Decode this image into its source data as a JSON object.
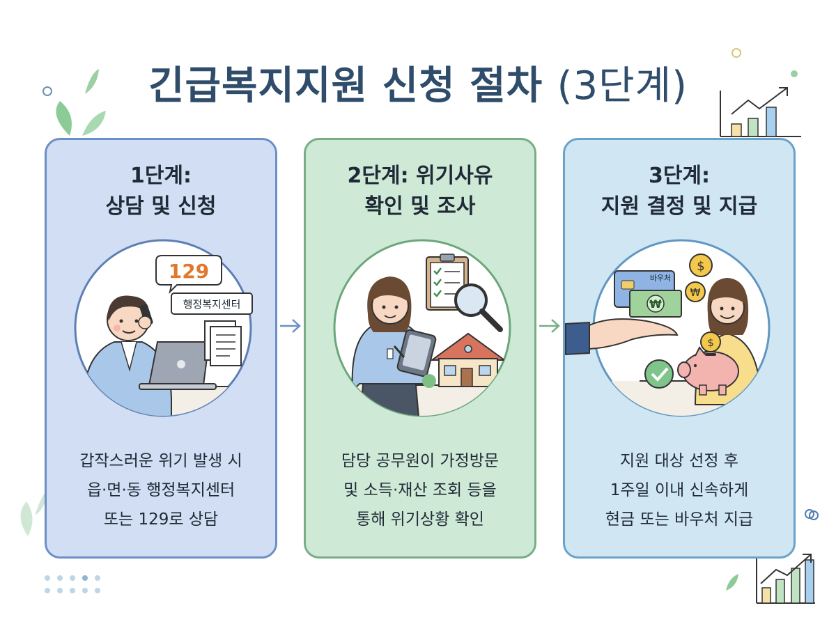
{
  "title": {
    "main": "긴급복지지원 신청 절차",
    "sub": "(3단계)"
  },
  "steps": [
    {
      "title_line1": "1단계:",
      "title_line2": "상담 및 신청",
      "desc": [
        "갑작스러운 위기 발생 시",
        "읍·면·동 행정복지센터",
        "또는 129로 상담"
      ],
      "bubble_number": "129",
      "sign_label": "행정복지센터",
      "color": "#d2def4",
      "icons": [
        "phone-icon",
        "laptop-icon",
        "documents-icon"
      ]
    },
    {
      "title_line1": "2단계: 위기사유",
      "title_line2": "확인 및 조사",
      "desc": [
        "담당 공무원이 가정방문",
        "및 소득·재산 조회 등을",
        "통해 위기상황 확인"
      ],
      "color": "#cfe9d7",
      "icons": [
        "clipboard-icon",
        "magnifier-icon",
        "house-icon",
        "tablet-icon"
      ]
    },
    {
      "title_line1": "3단계:",
      "title_line2": "지원 결정 및 지급",
      "desc": [
        "지원 대상 선정 후",
        "1주일 이내 신속하게",
        "현금 또는 바우처 지급"
      ],
      "voucher_label": "바우처",
      "won_symbol": "₩",
      "dollar_symbol": "$",
      "color": "#d0e7f3",
      "icons": [
        "voucher-card-icon",
        "banknote-icon",
        "coin-icon",
        "piggy-bank-icon",
        "checkmark-icon",
        "hand-icon"
      ]
    }
  ]
}
